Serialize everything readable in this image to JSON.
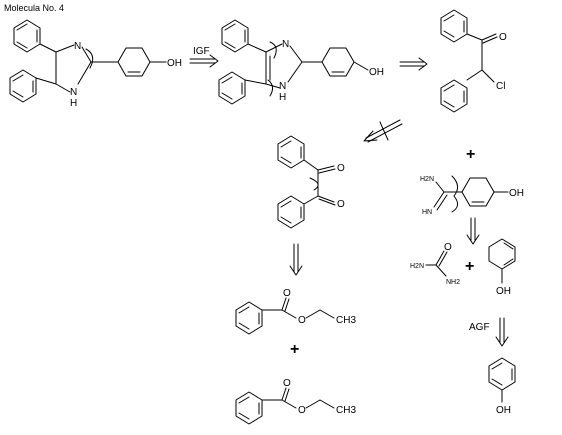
{
  "title": "Molecula No. 4",
  "plus_sign": "+",
  "labels": {
    "m1_N": "N",
    "m1_NH_N": "N",
    "m1_NH_H": "H",
    "m1_OH": "OH",
    "igf": "IGF",
    "m2_N": "N",
    "m2_NH_N": "N",
    "m2_NH_H": "H",
    "m2_OH": "OH",
    "m3_O": "O",
    "m3_Cl": "Cl",
    "m4_O1": "O",
    "m4_O2": "O",
    "m5_H2N": "H2N",
    "m5_HN": "HN",
    "m5_OH": "OH",
    "urea_H2N": "H2N",
    "urea_O": "O",
    "urea_NH2": "NH2",
    "m6_OH": "OH",
    "agf": "AGF",
    "m7_OH": "OH",
    "e1_O": "O",
    "e1_O2": "O",
    "e1_CH3": "CH3",
    "e2_O": "O",
    "e2_O2": "O",
    "e2_CH3": "CH3"
  },
  "elements": [
    "molecule-1",
    "molecule-2",
    "molecule-3",
    "molecule-4",
    "molecule-5",
    "urea",
    "molecule-6",
    "molecule-7",
    "ester-1",
    "ester-2"
  ]
}
